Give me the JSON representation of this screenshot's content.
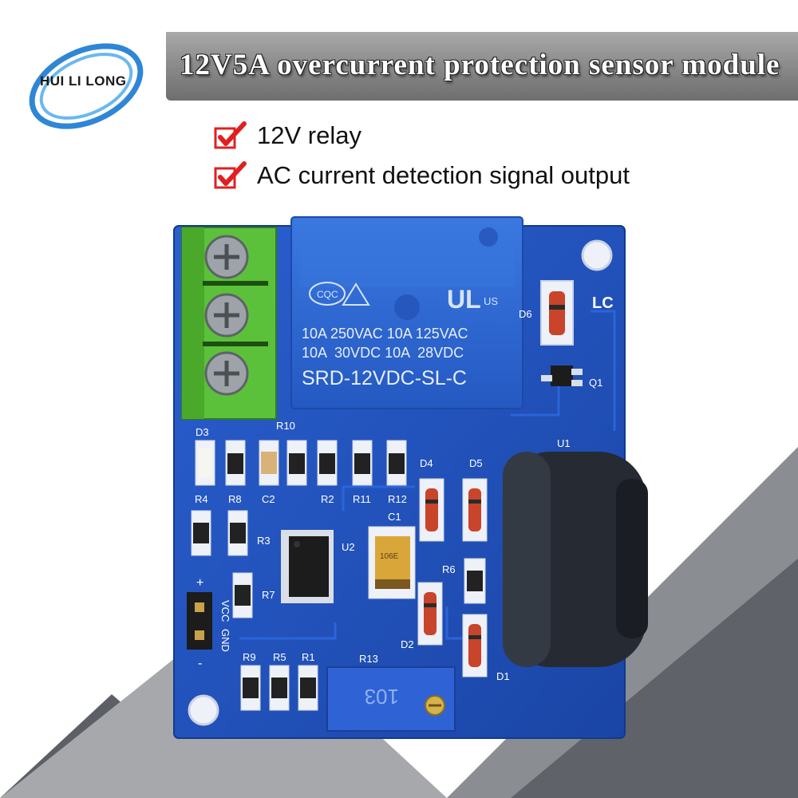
{
  "brand": {
    "name": "HUI LI LONG"
  },
  "banner": {
    "title": "12V5A overcurrent protection sensor module"
  },
  "features": [
    {
      "label": "12V relay",
      "icon": "check-icon"
    },
    {
      "label": "AC current detection signal output",
      "icon": "check-icon"
    }
  ],
  "relay": {
    "line1": "10A 250VAC 10A 125VAC",
    "line2": "10A  30VDC 10A  28VDC",
    "model": "SRD-12VDC-SL-C",
    "cert_left": "CQC",
    "cert_right": "US"
  },
  "board": {
    "labels": {
      "lc": "LC",
      "d6": "D6",
      "q1": "Q1",
      "d3": "D3",
      "r10": "R10",
      "u1": "U1",
      "d4": "D4",
      "d5": "D5",
      "r4": "R4",
      "r8": "R8",
      "c2": "C2",
      "r2": "R2",
      "r11": "R11",
      "r12": "R12",
      "c1": "C1",
      "r3": "R3",
      "u2": "U2",
      "r6": "R6",
      "plus": "+",
      "vcc": "VCC",
      "gnd": "GND",
      "minus": "-",
      "r7": "R7",
      "d2": "D2",
      "r9": "R9",
      "r5": "R5",
      "r1": "R1",
      "r13": "R13",
      "d1": "D1"
    },
    "pot_text": "103",
    "cap_text": "106E"
  },
  "colors": {
    "pcb": "#1f4fb8",
    "terminal": "#5cc13a",
    "relay": "#2f6ad6",
    "check": "#e02020",
    "banner": "#8d8d8d"
  }
}
